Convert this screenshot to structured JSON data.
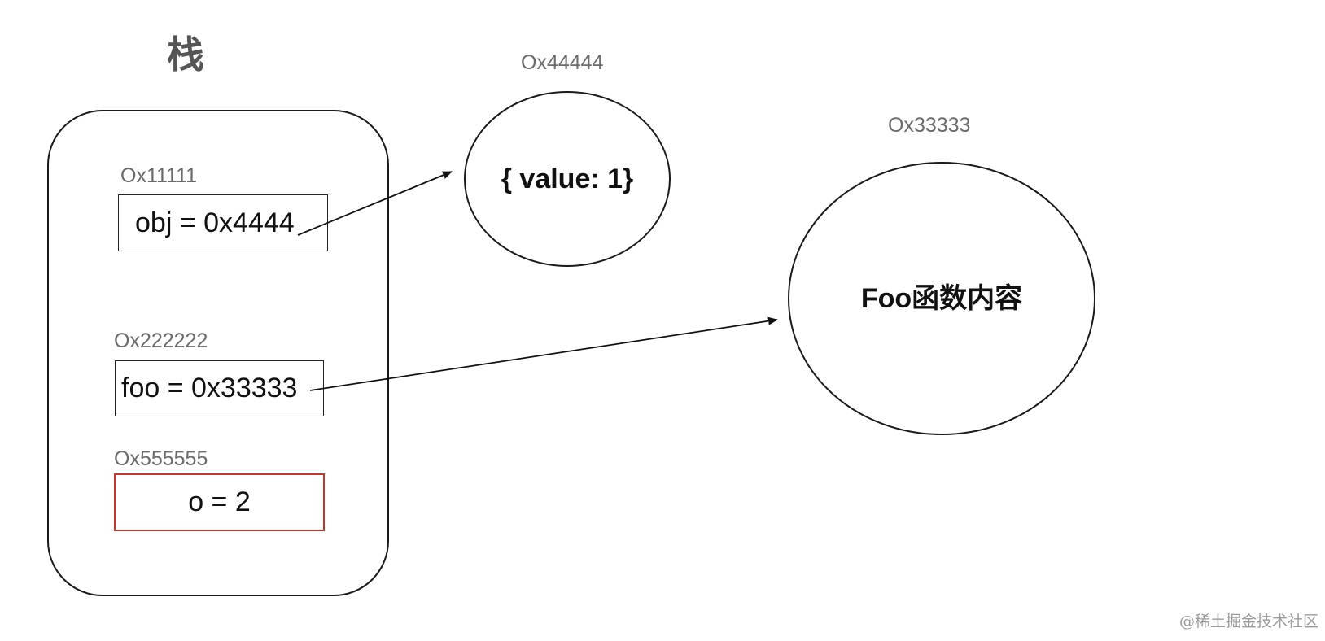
{
  "stack": {
    "title": "栈",
    "cells": [
      {
        "address": "Ox11111",
        "content": "obj = 0x4444"
      },
      {
        "address": "Ox222222",
        "content": "foo = 0x33333"
      },
      {
        "address": "Ox555555",
        "content": "o = 2"
      }
    ]
  },
  "heap": {
    "object": {
      "address": "Ox44444",
      "content": "{ value: 1}"
    },
    "function": {
      "address": "Ox33333",
      "content": "Foo函数内容"
    }
  },
  "watermark": "@稀土掘金技术社区",
  "colors": {
    "highlight_border": "#c0392b",
    "address_text": "#6b6b6b",
    "title_text": "#555555"
  }
}
